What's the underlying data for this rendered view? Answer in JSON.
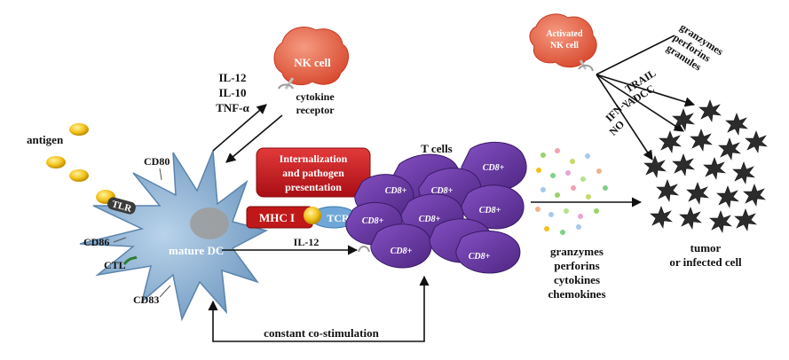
{
  "labels": {
    "antigen": "antigen",
    "tlr": "TLR",
    "cd80": "CD80",
    "cd86": "CD86",
    "ctl": "CTL",
    "cd83": "CD83",
    "mature_dc": "mature DC",
    "il12_a": "IL-12",
    "il10": "IL-10",
    "tnfa": "TNF-α",
    "nk_cell": "NK cell",
    "cytokine": "cytokine",
    "receptor": "receptor",
    "intern_1": "Internalization",
    "intern_2": "and pathogen",
    "intern_3": "presentation",
    "mhc": "MHC I",
    "tcr": "TCR",
    "il12_b": "IL-12",
    "t_cells": "T cells",
    "cd8": "CD8+",
    "activated": "Activated",
    "nk_cell_small": "NK cell",
    "granzymes_r": "granzymes",
    "perforins_r": "perforins",
    "granules": "granules",
    "trail": "TRAIL",
    "adcc": "ADCC",
    "ifn": "IFN-γ",
    "no": "NO",
    "granzymes": "granzymes",
    "perforins": "perforins",
    "cytokines": "cytokines",
    "chemokines": "chemokines",
    "tumor": "tumor",
    "infected": "or infected cell",
    "co_stim": "constant co-stimulation"
  },
  "colors": {
    "dc_blue": "#8fb4d6",
    "nk_orange": "#e8674a",
    "tcell_purple": "#6a3aa3",
    "intern_red": "#c8161d",
    "mhc_red": "#c01818",
    "tcr_blue": "#6fa8d8",
    "antigen_yellow": "#f3c21b",
    "tumor_dark": "#2a2a2a"
  }
}
